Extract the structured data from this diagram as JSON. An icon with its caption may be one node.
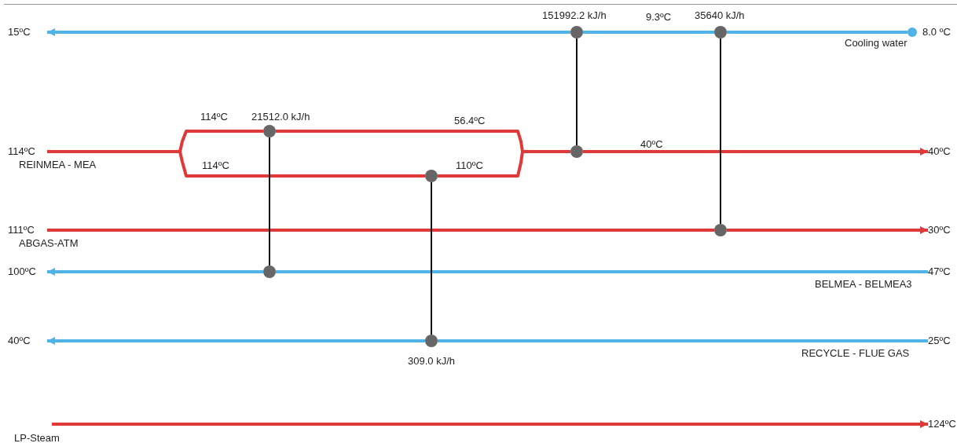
{
  "diagram": {
    "nodes": [
      {
        "text": [
          "15ºC"
        ]
      },
      {
        "text": [],
        "shape": "circle",
        "beside": [
          "151992.2 kJ/h"
        ]
      },
      {
        "text": [],
        "shape": "circle",
        "beside": [
          "35640 kJ/h"
        ]
      },
      {
        "text": [],
        "shape": "circle"
      },
      {
        "text": [
          "114ºC"
        ],
        "beside": [
          "REINMEA - MEA"
        ]
      },
      {
        "text": [],
        "shape": "circle",
        "beside": [
          "21512.0 kJ/h"
        ]
      },
      {
        "text": [],
        "shape": "circle"
      },
      {
        "text": [],
        "shape": "circle"
      },
      {
        "text": [
          "40ºC"
        ]
      },
      {
        "text": [
          "111ºC"
        ],
        "beside": [
          "ABGAS-ATM"
        ]
      },
      {
        "text": [],
        "shape": "circle"
      },
      {
        "text": [
          "30ºC"
        ]
      },
      {
        "text": [
          "100ºC"
        ]
      },
      {
        "text": [],
        "shape": "circle"
      },
      {
        "text": [
          "47ºC"
        ],
        "beside": [
          "BELMEA - BELMEA3"
        ]
      },
      {
        "text": [
          "40ºC"
        ]
      },
      {
        "text": [],
        "shape": "circle",
        "beside": [
          "309.0 kJ/h"
        ]
      },
      {
        "text": [
          "25ºC"
        ],
        "beside": [
          "RECYCLE - FLUE GAS"
        ]
      },
      {
        "text": [
          "124ºC"
        ]
      }
    ],
    "edges": [
      {
        "from": 3,
        "to": 2,
        "arrow": "none",
        "color": "#4fb3e8"
      },
      {
        "from": 2,
        "to": 1,
        "arrow": "none",
        "color": "#4fb3e8"
      },
      {
        "from": 1,
        "to": 0,
        "arrow": "to",
        "color": "#4fb3e8"
      },
      {
        "from": 4,
        "to": 5,
        "arrow": "none"
      },
      {
        "from": 4,
        "to": 6,
        "arrow": "none"
      },
      {
        "from": 5,
        "to": 7,
        "arrow": "none"
      },
      {
        "from": 6,
        "to": 7,
        "arrow": "none"
      },
      {
        "from": 7,
        "to": 8,
        "arrow": "to"
      },
      {
        "from": 9,
        "to": 10,
        "arrow": "none"
      },
      {
        "from": 10,
        "to": 11,
        "arrow": "to"
      },
      {
        "from": 14,
        "to": 13,
        "arrow": "none",
        "color": "#4fb3e8"
      },
      {
        "from": 13,
        "to": 12,
        "arrow": "to",
        "color": "#4fb3e8"
      },
      {
        "from": 17,
        "to": 16,
        "arrow": "none",
        "color": "#4fb3e8"
      },
      {
        "from": 16,
        "to": 15,
        "arrow": "to",
        "color": "#4fb3e8"
      },
      {
        "from": null,
        "to": 18,
        "arrow": "to"
      },
      {
        "from": 1,
        "to": 7,
        "arrow": "none",
        "color": "#111111"
      },
      {
        "from": 2,
        "to": 10,
        "arrow": "none",
        "color": "#111111"
      },
      {
        "from": 5,
        "to": 13,
        "arrow": "none",
        "color": "#111111"
      },
      {
        "from": 6,
        "to": 16,
        "arrow": "none",
        "color": "#111111"
      }
    ],
    "labels": [
      "9.3ºC",
      "8.0 ºC",
      "Cooling water",
      "114ºC",
      "56.4ºC",
      "114ºC",
      "110ºC",
      "40ºC",
      "LP-Steam"
    ]
  }
}
